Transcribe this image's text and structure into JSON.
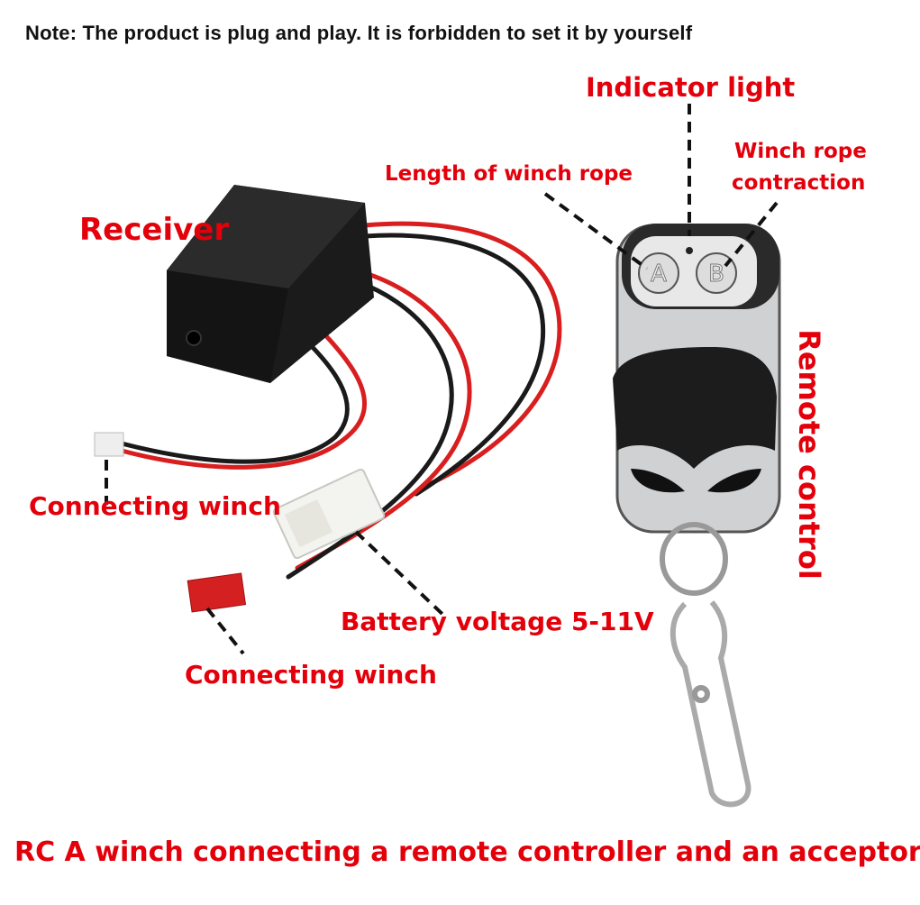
{
  "note": "Note: The product is plug and play. It is forbidden to set it by yourself",
  "labels": {
    "indicator_light": "Indicator light",
    "length_of_winch_rope": "Length of winch rope",
    "winch_rope_contraction_1": "Winch rope",
    "winch_rope_contraction_2": "contraction",
    "receiver": "Receiver",
    "remote_control": "Remote control",
    "connecting_winch_top": "Connecting winch",
    "battery_voltage": "Battery voltage 5-11V",
    "connecting_winch_bottom": "Connecting winch"
  },
  "buttons": {
    "a": "A",
    "b": "B"
  },
  "caption": "RC A winch connecting a remote controller and an acceptor",
  "colors": {
    "label_red": "#e3000b",
    "wire_red": "#d81e1e",
    "wire_black": "#1a1a1a"
  }
}
